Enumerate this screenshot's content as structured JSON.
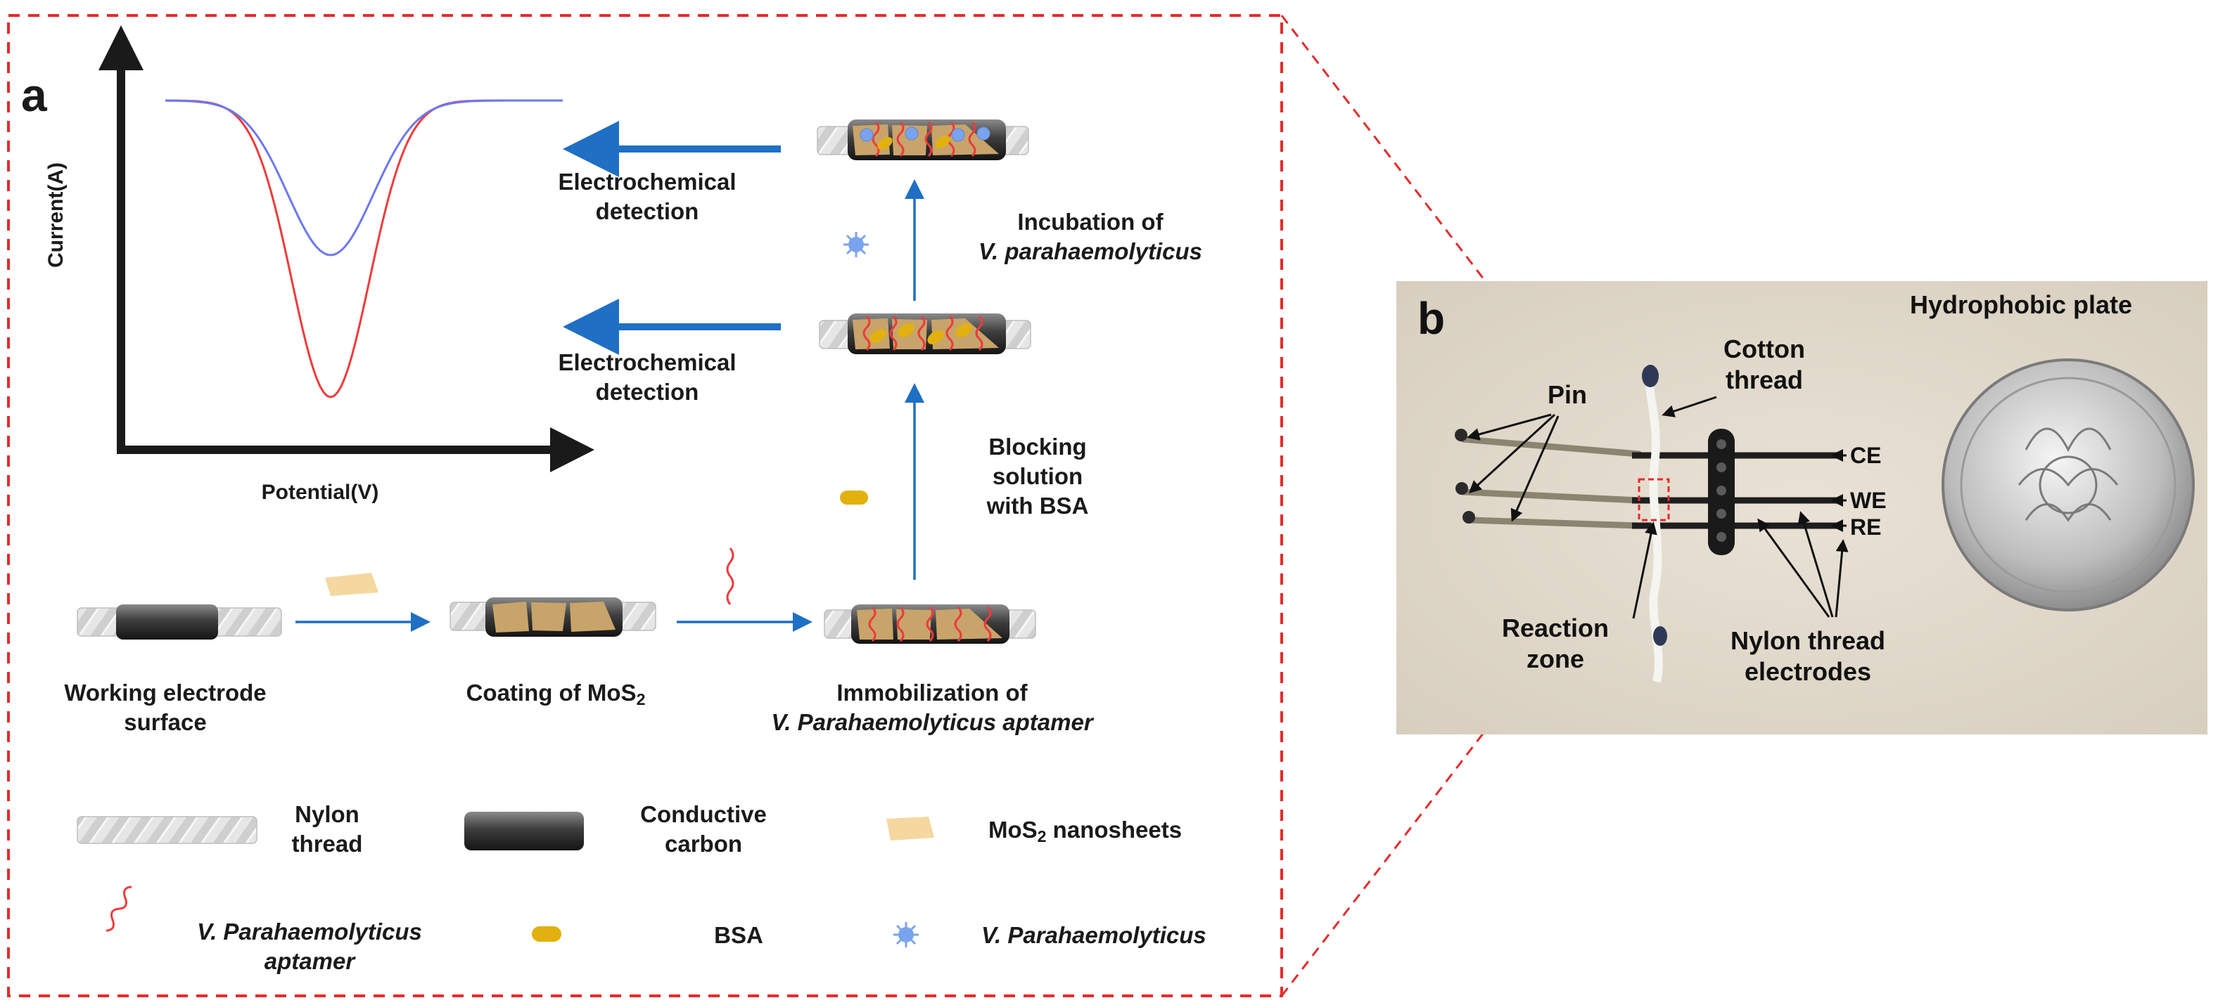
{
  "panel_a": {
    "letter": "a",
    "axes": {
      "ylabel": "Current(A)",
      "xlabel": "Potential(V)"
    },
    "steps": {
      "working": [
        "Working electrode",
        "surface"
      ],
      "coating": "Coating of MoS",
      "coating_sub": "2",
      "immob_line1": "Immobilization of",
      "immob_line2": "V. Parahaemolyticus aptamer",
      "blocking": [
        "Blocking",
        "solution",
        "with BSA"
      ],
      "incubation_line1": "Incubation of",
      "incubation_line2": "V. parahaemolyticus",
      "detect_upper": [
        "Electrochemical",
        "detection"
      ],
      "detect_lower": [
        "Electrochemical",
        "detection"
      ]
    },
    "legend": {
      "nylon": [
        "Nylon",
        "thread"
      ],
      "carbon": [
        "Conductive",
        "carbon"
      ],
      "mos2": "MoS",
      "mos2_sub": "2",
      "mos2_tail": " nanosheets",
      "aptamer": [
        "V. Parahaemolyticus",
        "aptamer"
      ],
      "bsa": "BSA",
      "vp": "V. Parahaemolyticus"
    },
    "colors": {
      "red_curve": "#ee3b3b",
      "blue_curve": "#6b78f0",
      "arrow_blue": "#1f6fc4",
      "dash_red": "#e52b2b",
      "mos2": "#f4d8a0",
      "bsa": "#e2b10f",
      "bacterium": "#7aa3ee"
    }
  },
  "panel_b": {
    "letter": "b",
    "title": "Hydrophobic plate",
    "labels": {
      "pin": "Pin",
      "cotton": [
        "Cotton",
        "thread"
      ],
      "ce": "CE",
      "we": "WE",
      "re": "RE",
      "reaction": [
        "Reaction",
        "zone"
      ],
      "nylon_electrodes": [
        "Nylon thread",
        "electrodes"
      ]
    }
  }
}
